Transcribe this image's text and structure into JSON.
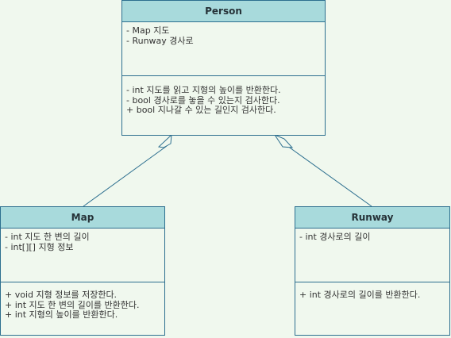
{
  "classes": {
    "person": {
      "name": "Person",
      "attributes": [
        "- Map 지도",
        "- Runway 경사로"
      ],
      "methods": [
        "- int 지도를 읽고 지형의 높이를 반환한다.",
        "- bool 경사로를 놓을 수 있는지 검사한다.",
        "+ bool 지나갈 수 있는 길인지 검사한다."
      ]
    },
    "map": {
      "name": "Map",
      "attributes": [
        "- int 지도 한 변의 길이",
        "- int[][] 지형 정보"
      ],
      "methods": [
        "+ void 지형 정보를 저장한다.",
        "+ int 지도 한 변의 길이를 반환한다.",
        "+ int 지형의 높이를 반환한다."
      ]
    },
    "runway": {
      "name": "Runway",
      "attributes": [
        "- int 경사로의 길이"
      ],
      "methods": [
        "+ int 경사로의 길이를 반환한다."
      ]
    }
  },
  "colors": {
    "header": "#a8dadc",
    "border": "#2d6f8f",
    "background": "#f0f8ee"
  }
}
